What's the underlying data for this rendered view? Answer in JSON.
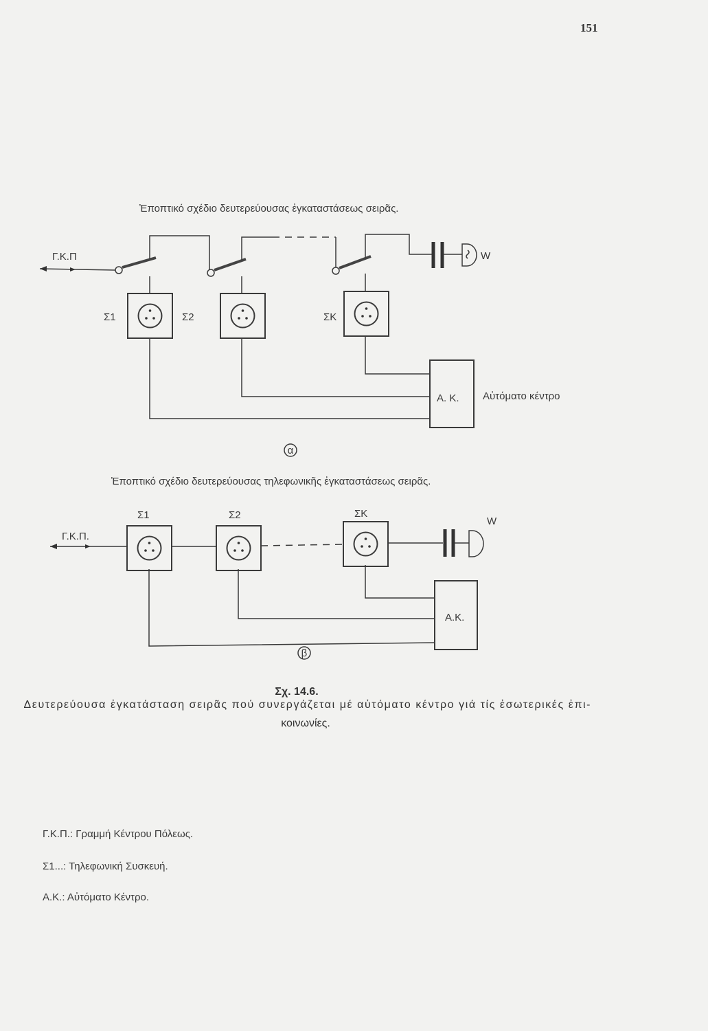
{
  "page_number": "151",
  "diagram_a": {
    "title": "Ἐποπτικό σχέδιο δευτερεύουσας ἐγκαταστάσεως σειρᾶς.",
    "line_label": "Γ.Κ.Π",
    "phones": [
      "Σ1",
      "Σ2",
      "ΣΚ"
    ],
    "bell_label": "W",
    "exchange_label": "Α. Κ.",
    "exchange_caption": "Αὐτόματο κέντρο",
    "tag": "α"
  },
  "diagram_b": {
    "title": "Ἐποπτικό σχέδιο δευτερεύουσας τηλεφωνικῆς ἐγκαταστάσεως σειρᾶς.",
    "line_label": "Γ.Κ.Π.",
    "phones": [
      "Σ1",
      "Σ2",
      "ΣΚ"
    ],
    "bell_label": "W",
    "exchange_label": "Α.Κ.",
    "tag": "β"
  },
  "figure": {
    "number": "Σχ. 14.6.",
    "caption_line1": "Δευτερεύουσα ἐγκατάσταση σειρᾶς πού συνεργάζεται μέ αὐτόματο κέντρο γιά τίς ἐσωτερικές ἐπι-",
    "caption_line2": "κοινωνίες."
  },
  "legend": [
    "Γ.Κ.Π.: Γραμμή Κέντρου Πόλεως.",
    "Σ1...: Τηλεφωνική Συσκευή.",
    "Α.Κ.: Αὐτόματο Κέντρο."
  ]
}
